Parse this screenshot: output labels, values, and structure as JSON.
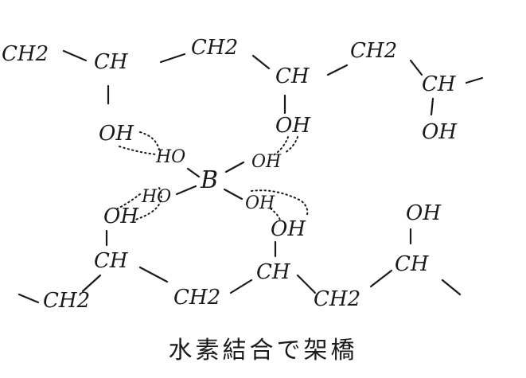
{
  "groups": {
    "ch2": "CH2",
    "ch": "CH",
    "oh": "OH",
    "ho": "HO",
    "boron": "B"
  },
  "caption": "水素結合で架橋"
}
